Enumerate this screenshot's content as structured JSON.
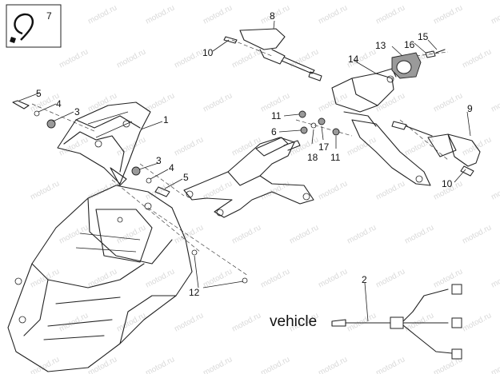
{
  "icon_box": {
    "number": "7",
    "icon": "clamp-icon"
  },
  "watermark": "motod.ru",
  "wiring_label": "vehicle",
  "callouts": {
    "c1": "1",
    "c2": "2",
    "c3a": "3",
    "c3b": "3",
    "c4a": "4",
    "c4b": "4",
    "c5a": "5",
    "c5b": "5",
    "c6": "6",
    "c8": "8",
    "c9": "9",
    "c10a": "10",
    "c10b": "10",
    "c11a": "11",
    "c11b": "11",
    "c12": "12",
    "c13": "13",
    "c14": "14",
    "c15": "15",
    "c16": "16",
    "c17": "17",
    "c18": "18"
  }
}
